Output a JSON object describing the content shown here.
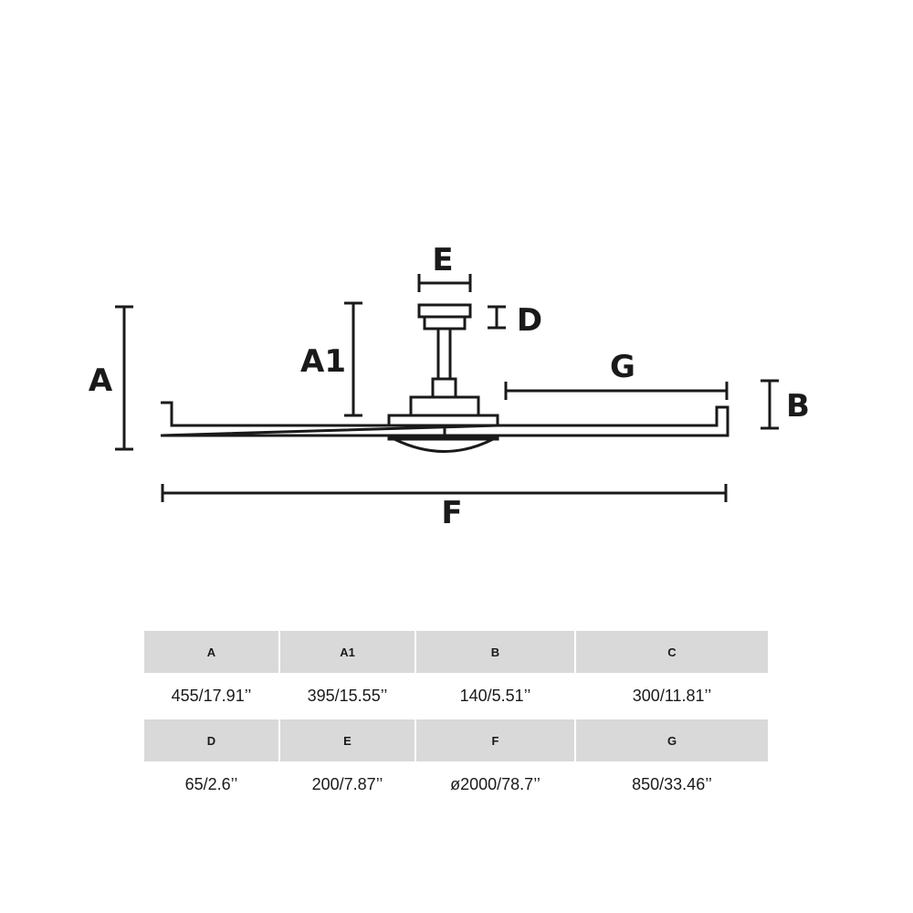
{
  "diagram": {
    "labels": {
      "A": "A",
      "A1": "A1",
      "B": "B",
      "D": "D",
      "E": "E",
      "F": "F",
      "G": "G"
    },
    "line_color": "#1a1a1a"
  },
  "table": {
    "rows": [
      {
        "headers": [
          "A",
          "A1",
          "B",
          "C"
        ],
        "values": [
          "455/17.91’’",
          "395/15.55’’",
          "140/5.51’’",
          "300/11.81’’"
        ]
      },
      {
        "headers": [
          "D",
          "E",
          "F",
          "G"
        ],
        "values": [
          "65/2.6’’",
          "200/7.87’’",
          "ø2000/78.7’’",
          "850/33.46’’"
        ]
      }
    ],
    "header_bg": "#d9d9d9"
  }
}
